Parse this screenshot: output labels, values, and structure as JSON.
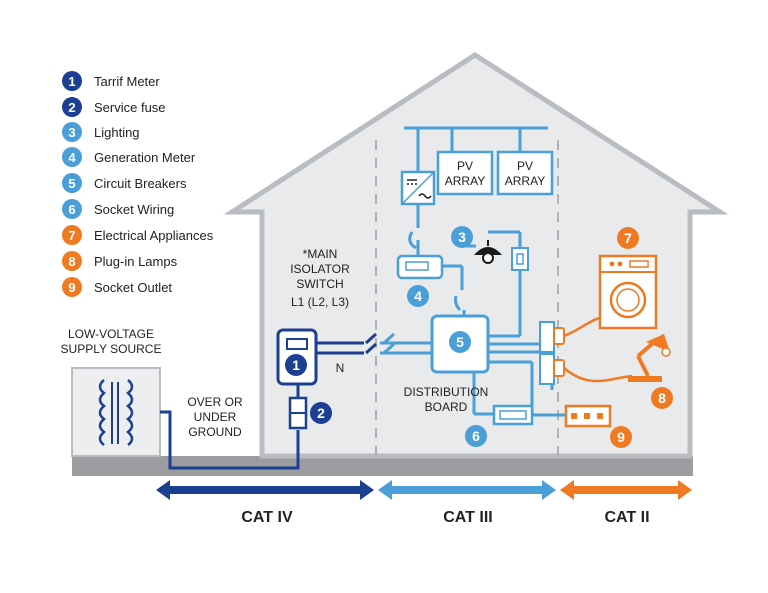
{
  "legend": [
    {
      "num": "1",
      "label": "Tarrif Meter",
      "color": "#1c3f94"
    },
    {
      "num": "2",
      "label": "Service fuse",
      "color": "#1c3f94"
    },
    {
      "num": "3",
      "label": "Lighting",
      "color": "#4a9fd8"
    },
    {
      "num": "4",
      "label": "Generation Meter",
      "color": "#4a9fd8"
    },
    {
      "num": "5",
      "label": "Circuit Breakers",
      "color": "#4a9fd8"
    },
    {
      "num": "6",
      "label": "Socket Wiring",
      "color": "#4a9fd8"
    },
    {
      "num": "7",
      "label": "Electrical Appliances",
      "color": "#f07a22"
    },
    {
      "num": "8",
      "label": "Plug-in Lamps",
      "color": "#f07a22"
    },
    {
      "num": "9",
      "label": "Socket Outlet",
      "color": "#f07a22"
    }
  ],
  "labels": {
    "supply_line1": "LOW-VOLTAGE",
    "supply_line2": "SUPPLY SOURCE",
    "ground_line1": "OVER OR",
    "ground_line2": "UNDER",
    "ground_line3": "GROUND",
    "isolator_line1": "*MAIN",
    "isolator_line2": "ISOLATOR",
    "isolator_line3": "SWITCH",
    "isolator_line4": "L1 (L2, L3)",
    "neutral": "N",
    "distribution_line1": "DISTRIBUTION",
    "distribution_line2": "BOARD",
    "pv1_line1": "PV",
    "pv1_line2": "ARRAY",
    "pv2_line1": "PV",
    "pv2_line2": "ARRAY"
  },
  "categories": [
    {
      "label": "CAT IV",
      "color": "#1c3f94"
    },
    {
      "label": "CAT III",
      "color": "#4a9fd8"
    },
    {
      "label": "CAT II",
      "color": "#f07a22"
    }
  ],
  "colors": {
    "dark_blue": "#1c3f94",
    "light_blue": "#4a9fd8",
    "orange": "#f07a22",
    "house_fill": "#e9eaec",
    "house_stroke": "#b9bcc1",
    "ground": "#9c9da0"
  }
}
